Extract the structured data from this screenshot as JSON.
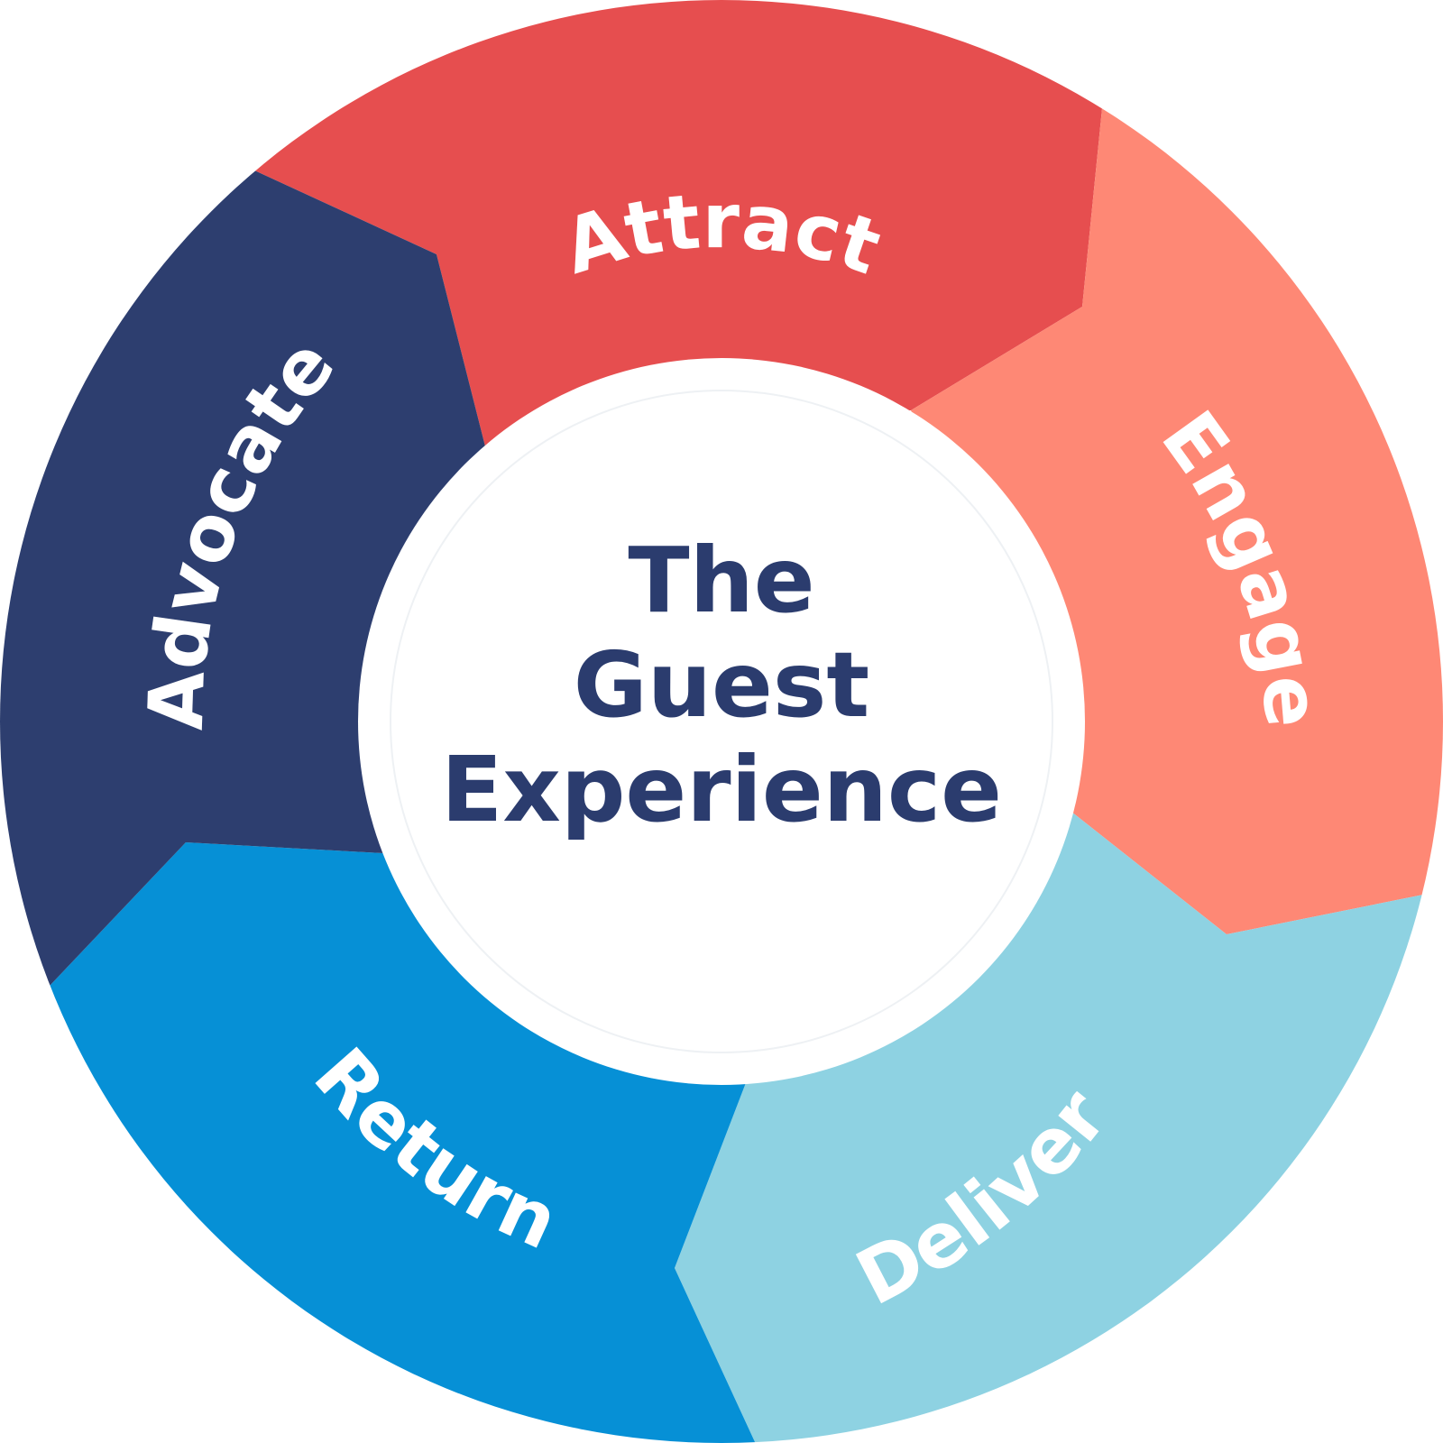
{
  "center": {
    "line1": "The",
    "line2": "Guest",
    "line3": "Experience"
  },
  "segments": [
    {
      "id": "attract",
      "label": "Attract",
      "color": "#e64e4f"
    },
    {
      "id": "engage",
      "label": "Engage",
      "color": "#fe8875"
    },
    {
      "id": "deliver",
      "label": "Deliver",
      "color": "#8ed2e2"
    },
    {
      "id": "return",
      "label": "Return",
      "color": "#0690d6"
    },
    {
      "id": "advocate",
      "label": "Advocate",
      "color": "#2d3e6f"
    }
  ],
  "colors": {
    "center_fill": "#ffffff",
    "center_text": "#2b3c6e",
    "label_text": "#ffffff"
  }
}
